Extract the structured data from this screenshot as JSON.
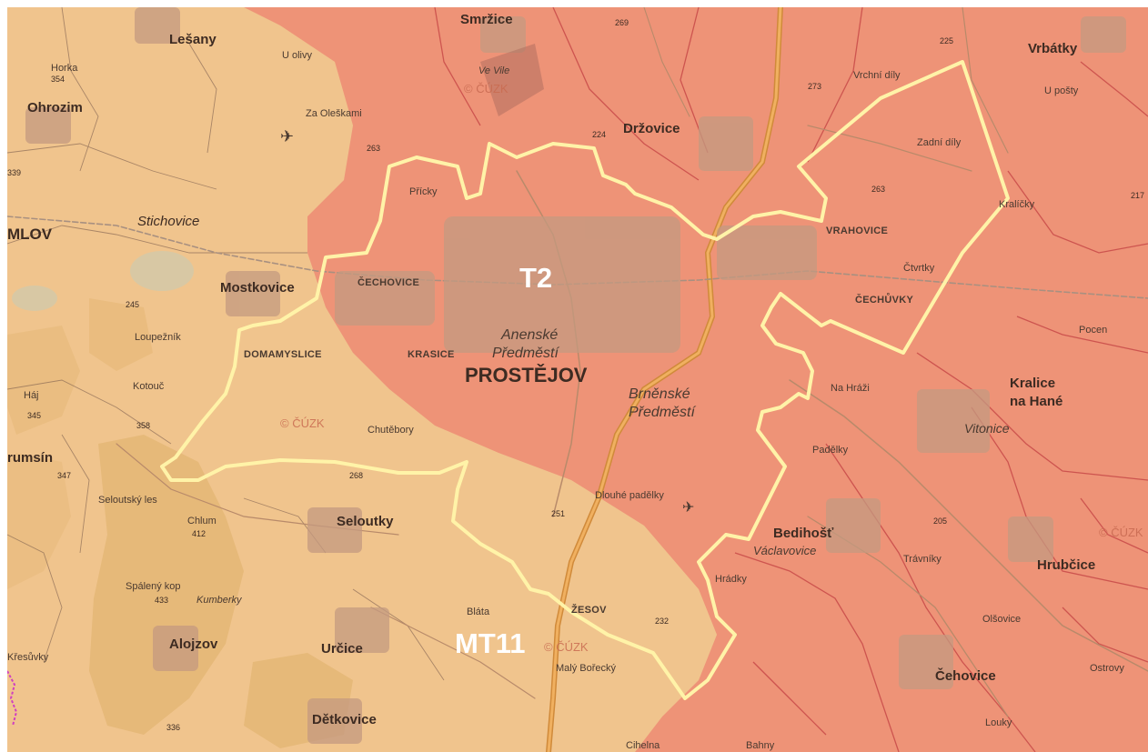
{
  "colors": {
    "zone_t2": "#ee8f75",
    "zone_mt11": "#f2c88c",
    "base": "#edbf8f",
    "boundary": "#fff3a8",
    "forest": "#d4a25a",
    "border_lines": "#c84a48"
  },
  "zones": [
    {
      "id": "T2",
      "label": "T2"
    },
    {
      "id": "MT11",
      "label": "MT11"
    }
  ],
  "places": {
    "smrzice": "Smržice",
    "lesany": "Lešany",
    "ohrozim": "Ohrozim",
    "vrbatky": "Vrbátky",
    "drzovice": "Držovice",
    "mlov": "MLOV",
    "stichovice": "Stichovice",
    "mostkovice": "Mostkovice",
    "vrahovice": "VRAHOVICE",
    "cechovice": "ČECHOVICE",
    "cechuvky": "ČECHŮVKY",
    "domamyslice": "DOMAMYSLICE",
    "krasice": "KRASICE",
    "prostejov": "PROSTĚJOV",
    "annenske": "Anenské",
    "annenske2": "Předměstí",
    "brnenske": "Brněnské",
    "brnenske2": "Předměstí",
    "kralice1": "Kralice",
    "kralice2": "na Hané",
    "vitonice": "Vitonice",
    "umsin": "rumsín",
    "seloutky": "Seloutky",
    "bedihost": "Bedihošť",
    "vaclavovice": "Václavovice",
    "hrubcice": "Hrubčice",
    "alojzov": "Alojzov",
    "urcice": "Určice",
    "zesov": "ŽESOV",
    "cehovice": "Čehovice",
    "detkovice": "Dětkovice",
    "kralicky": "Kralíčky",
    "loupeznik": "Loupežník",
    "pricky": "Přícky",
    "u_olivy": "U olivy",
    "za_oleskami": "Za Oleškami",
    "ve_vile": "Ve Vile",
    "vrchni_dily": "Vrchní díly",
    "zadni_dily": "Zadní díly",
    "u_posty": "U pošty",
    "ctvrtky": "Čtvrtky",
    "na_hrazi": "Na Hráži",
    "padelky": "Padělky",
    "travniky": "Trávníky",
    "hradky": "Hrádky",
    "chutebory": "Chutěbory",
    "seloutsky_les": "Seloutský les",
    "spaleny_kop": "Spálený kop",
    "kumberky": "Kumberky",
    "blata": "Bláta",
    "maly_borecky": "Malý Bořecký",
    "dlouhe_padelky": "Dlouhé padělky",
    "pocen": "Pocen",
    "ostrovy": "Ostrovy",
    "louky": "Louky",
    "olsovice": "Olšovice",
    "cihelna": "Cihelna",
    "bahny": "Bahny",
    "kresovky": "Křesůvky",
    "horka": "Horka",
    "haj": "Háj",
    "kotouc": "Kotouč",
    "chlum": "Chlum"
  },
  "elevations": {
    "e354": "354",
    "e339": "339",
    "e263a": "263",
    "e269": "269",
    "e225": "225",
    "e273": "273",
    "e224": "224",
    "e263b": "263",
    "e217": "217",
    "e345": "345",
    "e358": "358",
    "e347": "347",
    "e412": "412",
    "e433": "433",
    "e268": "268",
    "e251": "251",
    "e232": "232",
    "e205": "205",
    "e336": "336",
    "e245": "245"
  },
  "watermarks": {
    "cuzk1": "© ČÚZK",
    "cuzk2": "© ČÚZK",
    "cuzk3": "© ČÚZK",
    "cuzk4": "© ČÚZK"
  }
}
